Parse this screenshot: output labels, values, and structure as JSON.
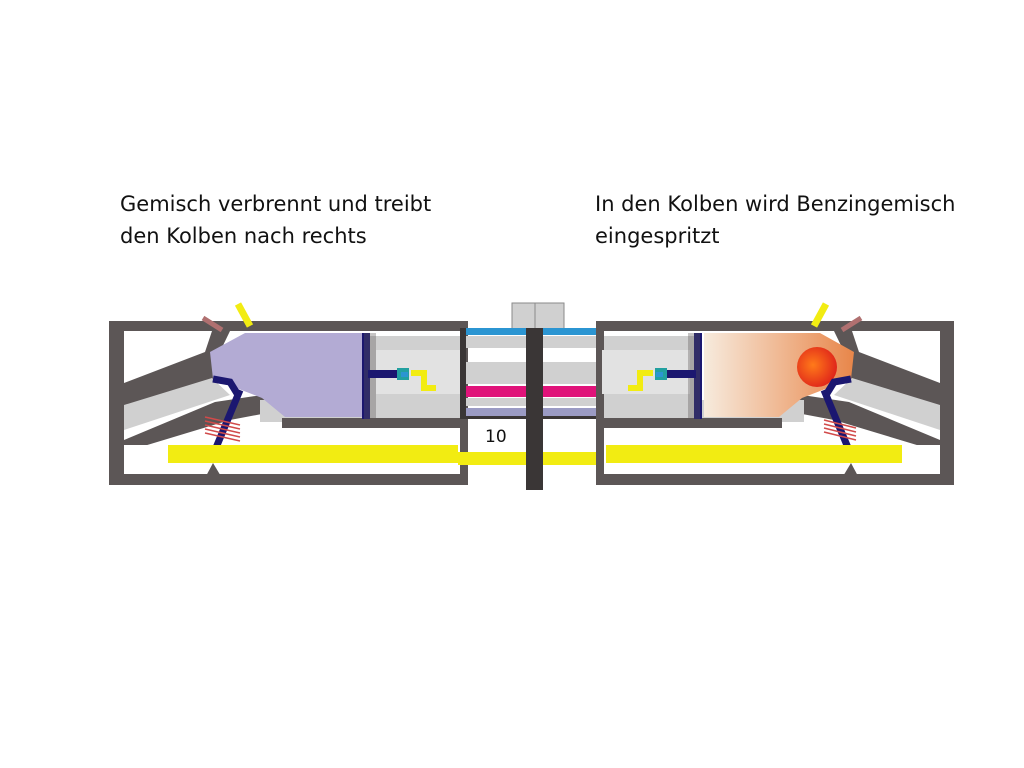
{
  "captions": {
    "left": {
      "line1": "Gemisch verbrennt und treibt",
      "line2": "den Kolben nach rechts"
    },
    "right": {
      "line1": "In den Kolben wird Benzingemisch",
      "line2": "eingespritzt"
    }
  },
  "center_label": "10",
  "colors": {
    "housing": "#5c5656",
    "channel": "#d0d0d0",
    "chamber_left": "#b3abd4",
    "chamber_right_start": "#f7ebdd",
    "chamber_right_end": "#e8864a",
    "flame": "#ee3a1c",
    "linkage": "#1b1770",
    "fuel": "#f2ec12",
    "seal_top": "#2b95d2",
    "seal_mid": "#e0137a",
    "seal_bottom": "#9b9bc4",
    "shaft": "#3a3636"
  }
}
